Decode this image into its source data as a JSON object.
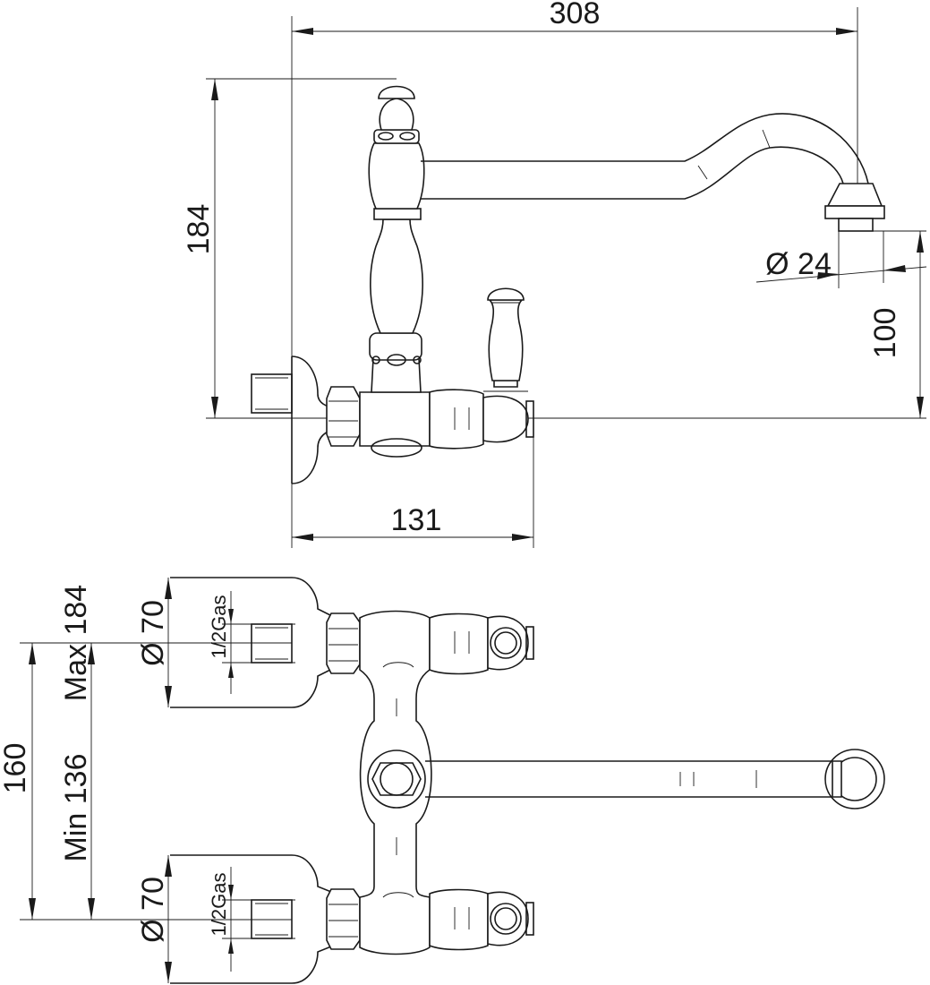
{
  "side_view": {
    "width_total": "308",
    "height_spout": "184",
    "outlet_diameter": "Ø 24",
    "outlet_height": "100",
    "projection": "131"
  },
  "top_view": {
    "rosette_top_diameter": "Ø 70",
    "rosette_top_thread": "1/2Gas",
    "max_spacing": "Max 184",
    "min_spacing": "Min 136",
    "center_spacing": "160",
    "rosette_bottom_diameter": "Ø 70",
    "rosette_bottom_thread": "1/2Gas"
  }
}
